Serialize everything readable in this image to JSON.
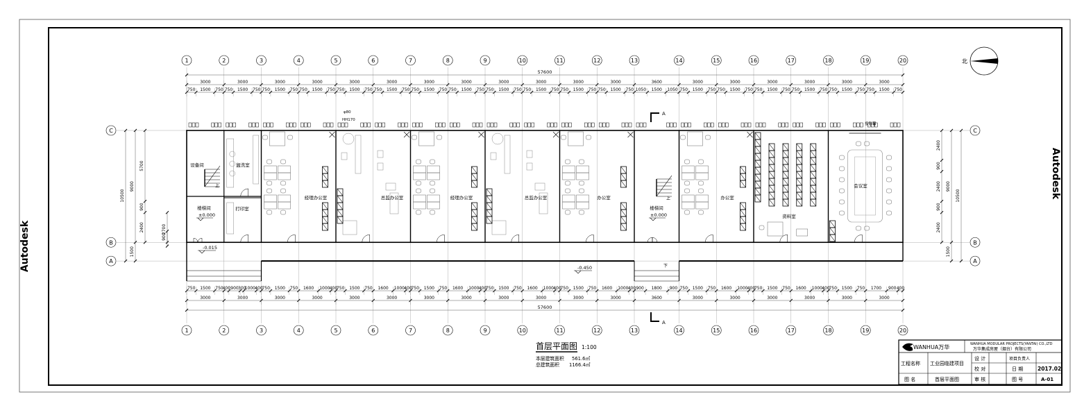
{
  "watermark": "Autodesk",
  "axes": {
    "columns": [
      "1",
      "2",
      "3",
      "4",
      "5",
      "6",
      "7",
      "8",
      "9",
      "10",
      "11",
      "12",
      "13",
      "14",
      "15",
      "16",
      "17",
      "18",
      "19",
      "20"
    ],
    "rows": [
      "A",
      "B",
      "C"
    ],
    "bays_mm": [
      3000,
      3000,
      3000,
      3000,
      3000,
      3000,
      3000,
      3000,
      3000,
      3000,
      3000,
      3000,
      3600,
      3000,
      3000,
      3000,
      3000,
      3000,
      3000
    ],
    "rows_mm": {
      "A_to_B": 1500,
      "B_to_C": 9000
    }
  },
  "dimensions": {
    "top_total": "57600",
    "bottom_total": "57600",
    "top_sub": [
      [
        750,
        1500,
        750
      ],
      [
        750,
        1500,
        750
      ],
      [
        750,
        1500,
        750
      ],
      [
        750,
        1500,
        750
      ],
      [
        750,
        1500,
        750
      ],
      [
        750,
        1500,
        750
      ],
      [
        750,
        1500,
        750
      ],
      [
        750,
        1500,
        750
      ],
      [
        750,
        1500,
        750
      ],
      [
        750,
        1500,
        750
      ],
      [
        750,
        1500,
        750
      ],
      [
        750,
        1500,
        750
      ],
      [
        1050,
        1500,
        1050
      ],
      [
        750,
        1500,
        750
      ],
      [
        750,
        1500,
        750
      ],
      [
        750,
        1500,
        750
      ],
      [
        750,
        1500,
        750
      ],
      [
        750,
        1500,
        750
      ],
      [
        750,
        1500,
        750
      ]
    ],
    "bottom_sub": [
      [
        750,
        1500,
        750
      ],
      [
        400,
        900,
        300,
        1000,
        400
      ],
      [
        750,
        1500,
        750
      ],
      [
        1600,
        1000,
        400
      ],
      [
        750,
        1500,
        750
      ],
      [
        1600,
        1000,
        400
      ],
      [
        750,
        1500,
        750
      ],
      [
        1600,
        1000,
        400
      ],
      [
        750,
        1500,
        750
      ],
      [
        1600,
        1000,
        400
      ],
      [
        750,
        1500,
        750
      ],
      [
        1600,
        1000,
        400
      ],
      [
        900,
        1800,
        900
      ],
      [
        750,
        1500,
        750
      ],
      [
        1600,
        1000,
        400
      ],
      [
        750,
        1500,
        750
      ],
      [
        1600,
        1000,
        400
      ],
      [
        750,
        1500,
        750
      ],
      [
        1700,
        900,
        400
      ]
    ],
    "left_outer": [
      "10500"
    ],
    "left_mid": [
      "9000",
      "1500"
    ],
    "left_inner": [
      "5700",
      "900",
      "2400"
    ],
    "left_door": [
      "2700",
      "900"
    ],
    "right_inner": [
      "2400",
      "900",
      "2400",
      "900",
      "2400"
    ],
    "right_mid": [
      "9000",
      "1500"
    ],
    "right_outer": [
      "10500"
    ]
  },
  "rooms": {
    "equipment": "设备间",
    "washroom": "盥洗室",
    "stair_left": "楼梯间",
    "print": "打印室",
    "manager_1": "经理办公室",
    "director_1": "总监办公室",
    "manager_2": "经理办公室",
    "director_2": "总监办公室",
    "office_1": "办公室",
    "stair_mid": "楼梯间",
    "office_2": "办公室",
    "archive": "资料室",
    "meeting": "会议室"
  },
  "annotations": {
    "elev_stair_left": "±0.000",
    "elev_stair_mid": "±0.000",
    "elev_corridor": "-0.015",
    "elev_outdoor": "-0.450",
    "up": "上",
    "up2": "上",
    "down": "下",
    "pipe_d": "φ80",
    "pipe_h": "HH170",
    "projector_screen": "投影幕",
    "section_mark": "A",
    "north": "北"
  },
  "drawing_title": {
    "title": "首层平面图",
    "scale": "1:100",
    "floor_area_label": "本层建筑面积",
    "floor_area": "561.6㎡",
    "total_area_label": "总建筑面积",
    "total_area": "1166.4㎡"
  },
  "title_block": {
    "logo": "WANHUA万华",
    "company_en": "WANHUA MODULAR PROJECTS(YANTAI) CO.,LTD",
    "company_cn": "万华集成房屋（烟台）有限公司",
    "project_label": "工程名称",
    "project_value": "工业园临建项目",
    "drawing_label": "图  名",
    "drawing_value": "首层平面图",
    "design": "设  计",
    "check": "校  对",
    "review": "审  核",
    "pm": "项目负责人",
    "date_label": "日  期",
    "date_value": "2017.02",
    "number_label": "图  号",
    "number_value": "A-01"
  }
}
